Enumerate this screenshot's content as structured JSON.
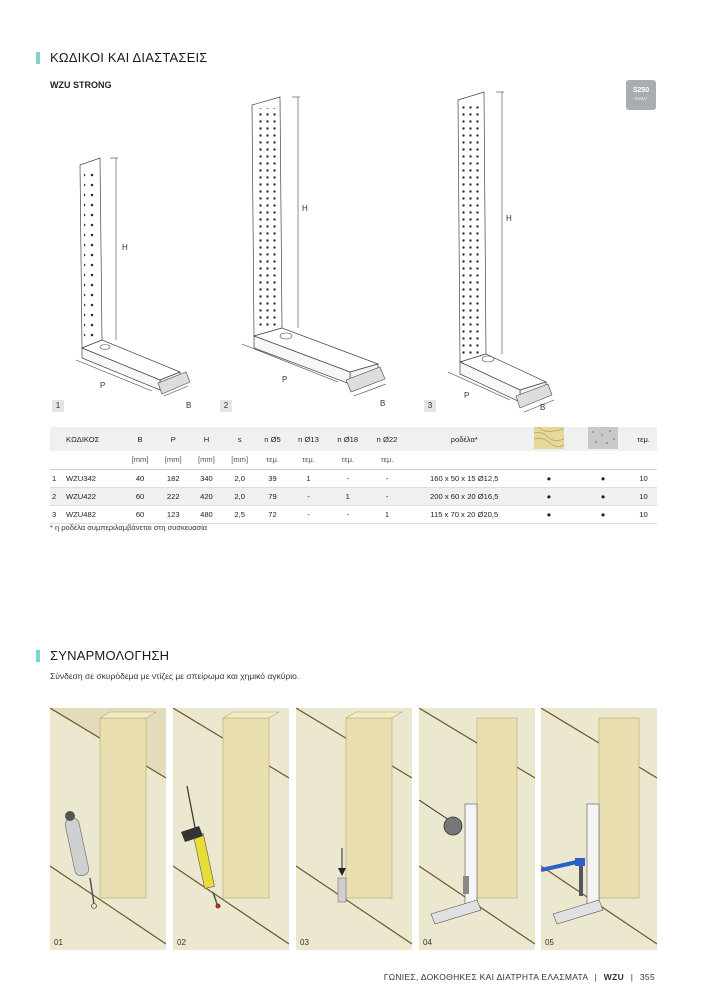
{
  "section1": {
    "title": "ΚΩΔΙΚΟΙ ΚΑΙ ΔΙΑΣΤΑΣΕΙΣ",
    "subtitle": "WZU STRONG"
  },
  "badge": {
    "line1": "S250",
    "line2": "GALV"
  },
  "figures": [
    {
      "num": "1",
      "h": "H",
      "p": "P",
      "b": "B"
    },
    {
      "num": "2",
      "h": "H",
      "p": "P",
      "b": "B"
    },
    {
      "num": "3",
      "h": "H",
      "p": "P",
      "b": "B"
    }
  ],
  "table": {
    "headers": [
      "ΚΩΔΙΚΟΣ",
      "B",
      "P",
      "H",
      "s",
      "n Ø5",
      "n Ø13",
      "n Ø18",
      "n Ø22",
      "ροδέλα*",
      "",
      "",
      "τεμ."
    ],
    "units": [
      "",
      "[mm]",
      "[mm]",
      "[mm]",
      "[mm]",
      "τεμ.",
      "τεμ.",
      "τεμ.",
      "τεμ.",
      "",
      "",
      "",
      ""
    ],
    "rows": [
      {
        "idx": "1",
        "code": "WZU342",
        "b": "40",
        "p": "182",
        "h": "340",
        "s": "2,0",
        "n5": "39",
        "n13": "1",
        "n18": "-",
        "n22": "-",
        "washer": "160 x 50 x 15 Ø12,5",
        "wood": "●",
        "concrete": "●",
        "pcs": "10"
      },
      {
        "idx": "2",
        "code": "WZU422",
        "b": "60",
        "p": "222",
        "h": "420",
        "s": "2,0",
        "n5": "79",
        "n13": "-",
        "n18": "1",
        "n22": "-",
        "washer": "200 x 60 x 20 Ø16,5",
        "wood": "●",
        "concrete": "●",
        "pcs": "10"
      },
      {
        "idx": "3",
        "code": "WZU482",
        "b": "60",
        "p": "123",
        "h": "480",
        "s": "2,5",
        "n5": "72",
        "n13": "-",
        "n18": "-",
        "n22": "1",
        "washer": "115 x 70 x 20 Ø20,5",
        "wood": "●",
        "concrete": "●",
        "pcs": "10"
      }
    ]
  },
  "footnote": "*   η ροδέλα συμπεριλαμβάνεται στη συσκευασία",
  "section2": {
    "title": "ΣΥΝΑΡΜΟΛΟΓΗΣΗ",
    "description": "Σύνδεση σε σκυρόδεμα με ντίζες με σπείρωμα και χημικό αγκύριο."
  },
  "steps": [
    "01",
    "02",
    "03",
    "04",
    "05"
  ],
  "footer": {
    "text": "ΓΩΝΙΕΣ, ΔΟΚΟΘΗΚΕΣ ΚΑΙ ΔΙΑΤΡΗΤΑ ΕΛΑΣΜΑΤΑ",
    "sep": "|",
    "product": "WZU",
    "page": "355"
  },
  "colors": {
    "accent": "#7dd3cf",
    "wood": "#e9dfb0",
    "concrete": "#ece7cf",
    "table_band": "#f0f0f0"
  }
}
